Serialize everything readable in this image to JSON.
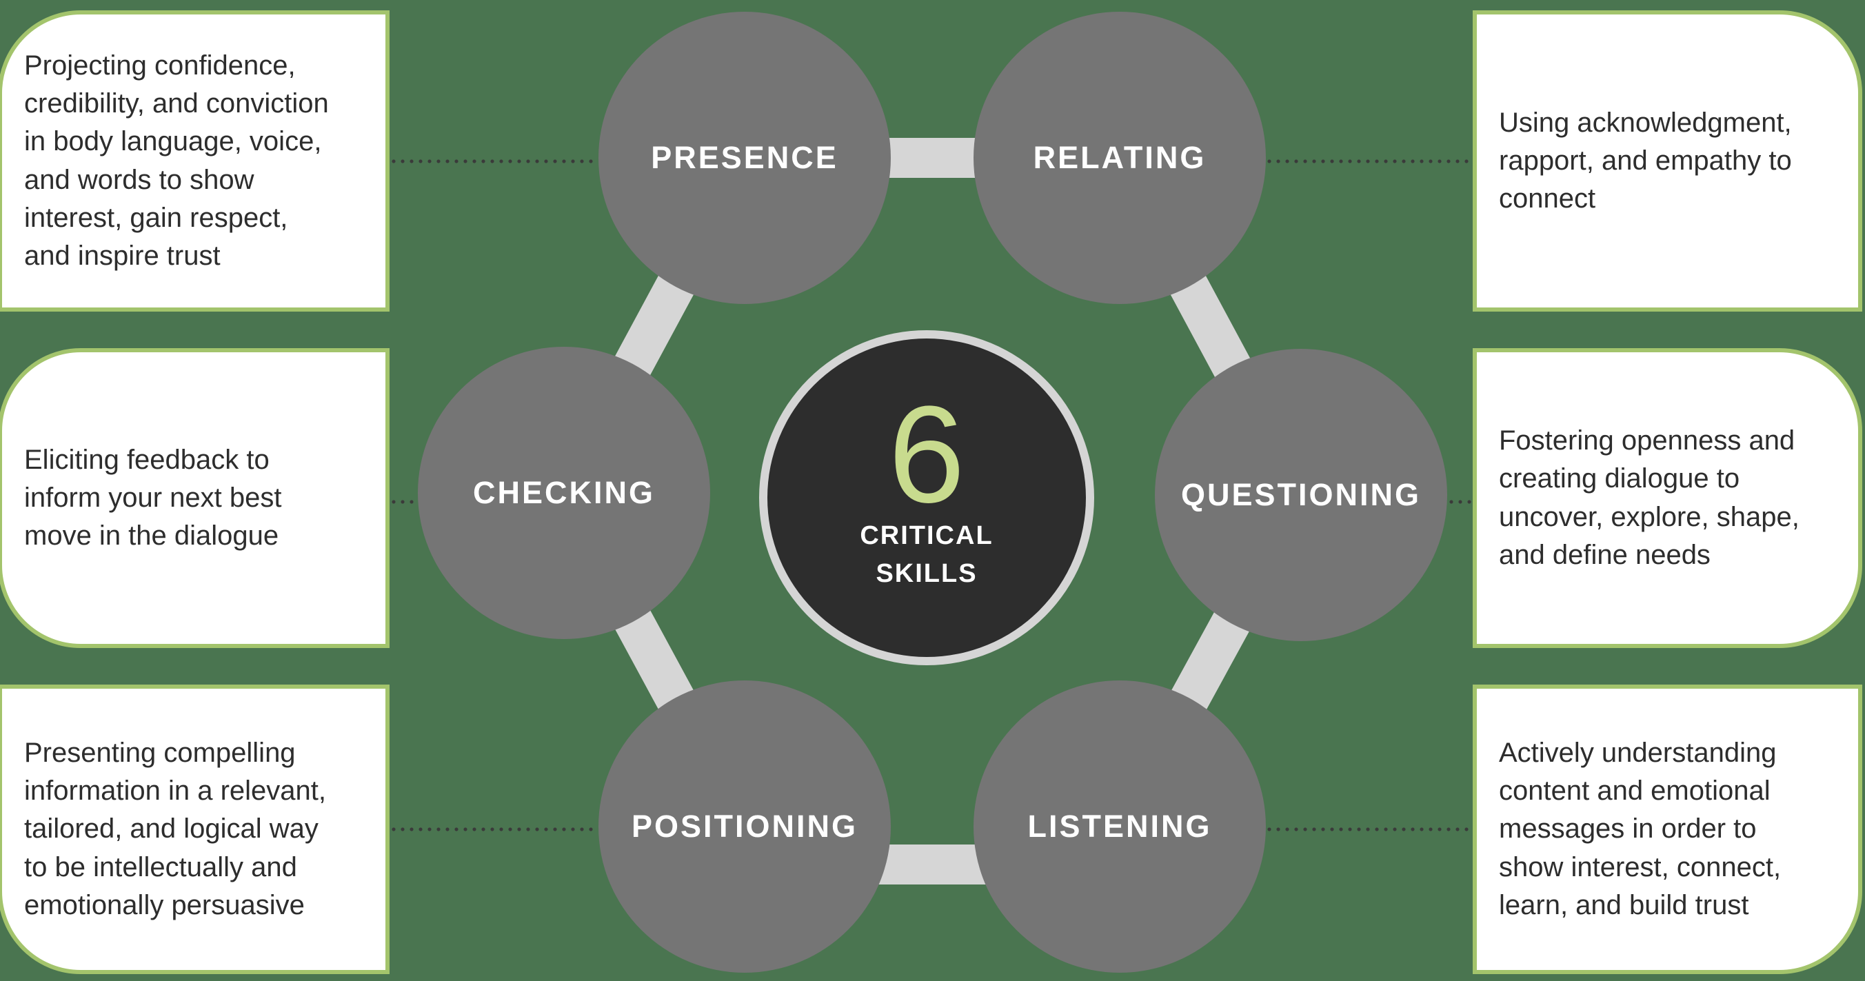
{
  "title": "6 Critical Skills",
  "center": {
    "number": "6",
    "line1": "CRITICAL",
    "line2": "SKILLS"
  },
  "skills": [
    {
      "id": "presence",
      "label": "PRESENCE",
      "description": "Projecting confidence,\ncredibility, and conviction\nin body language, voice,\nand words to show\ninterest, gain respect,\nand inspire trust"
    },
    {
      "id": "relating",
      "label": "RELATING",
      "description": "Using acknowledgment,\nrapport, and empathy to\nconnect"
    },
    {
      "id": "checking",
      "label": "CHECKING",
      "description": "Eliciting feedback to\ninform your next best\nmove in the dialogue"
    },
    {
      "id": "questioning",
      "label": "QUESTIONING",
      "description": "Fostering openness and\ncreating dialogue to\nuncover, explore, shape,\nand define needs"
    },
    {
      "id": "positioning",
      "label": "POSITIONING",
      "description": "Presenting compelling\ninformation in a relevant,\ntailored, and logical way\nto be intellectually and\nemotionally persuasive"
    },
    {
      "id": "listening",
      "label": "LISTENING",
      "description": "Actively understanding\ncontent and emotional\nmessages in order to\nshow interest, connect,\nlearn, and build trust"
    }
  ],
  "colors": {
    "background_green": "#4a7550",
    "skill_circle_gray": "#757575",
    "center_circle_dark": "#2d2d2d",
    "ring_and_bars_gray": "#d6d6d6",
    "accent_light_green": "#c8db8e",
    "note_border_green": "#a3c46c",
    "note_background": "#ffffff",
    "note_text": "#2d2d2d",
    "circle_label_text": "#ffffff"
  }
}
